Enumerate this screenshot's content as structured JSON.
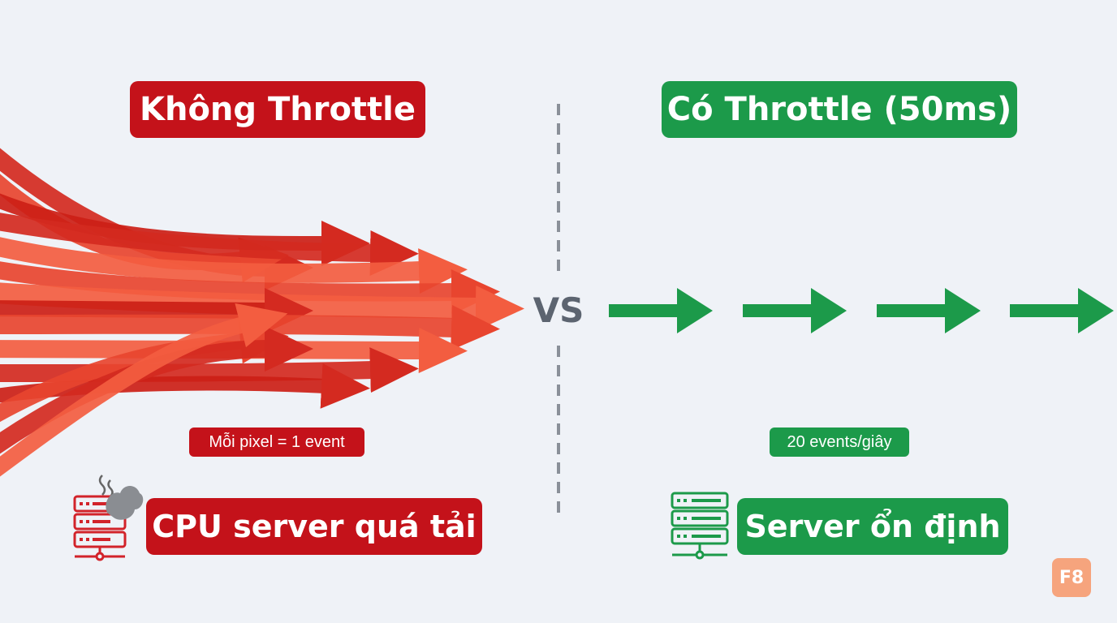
{
  "left": {
    "title": "Không Throttle",
    "rate_label": "Mỗi pixel = 1 event",
    "status": "CPU server quá tải",
    "color": "#c4121a",
    "arrow_colors": [
      "#d42a20",
      "#e8452f",
      "#f35d40",
      "#cc1f16"
    ]
  },
  "divider_label": "VS",
  "right": {
    "title": "Có Throttle (50ms)",
    "rate_label": "20 events/giây",
    "status": "Server ổn định",
    "color": "#1c9a4a"
  },
  "icons": {
    "left_server": "overheated-server-icon",
    "right_server": "server-icon"
  },
  "logo": "F8"
}
